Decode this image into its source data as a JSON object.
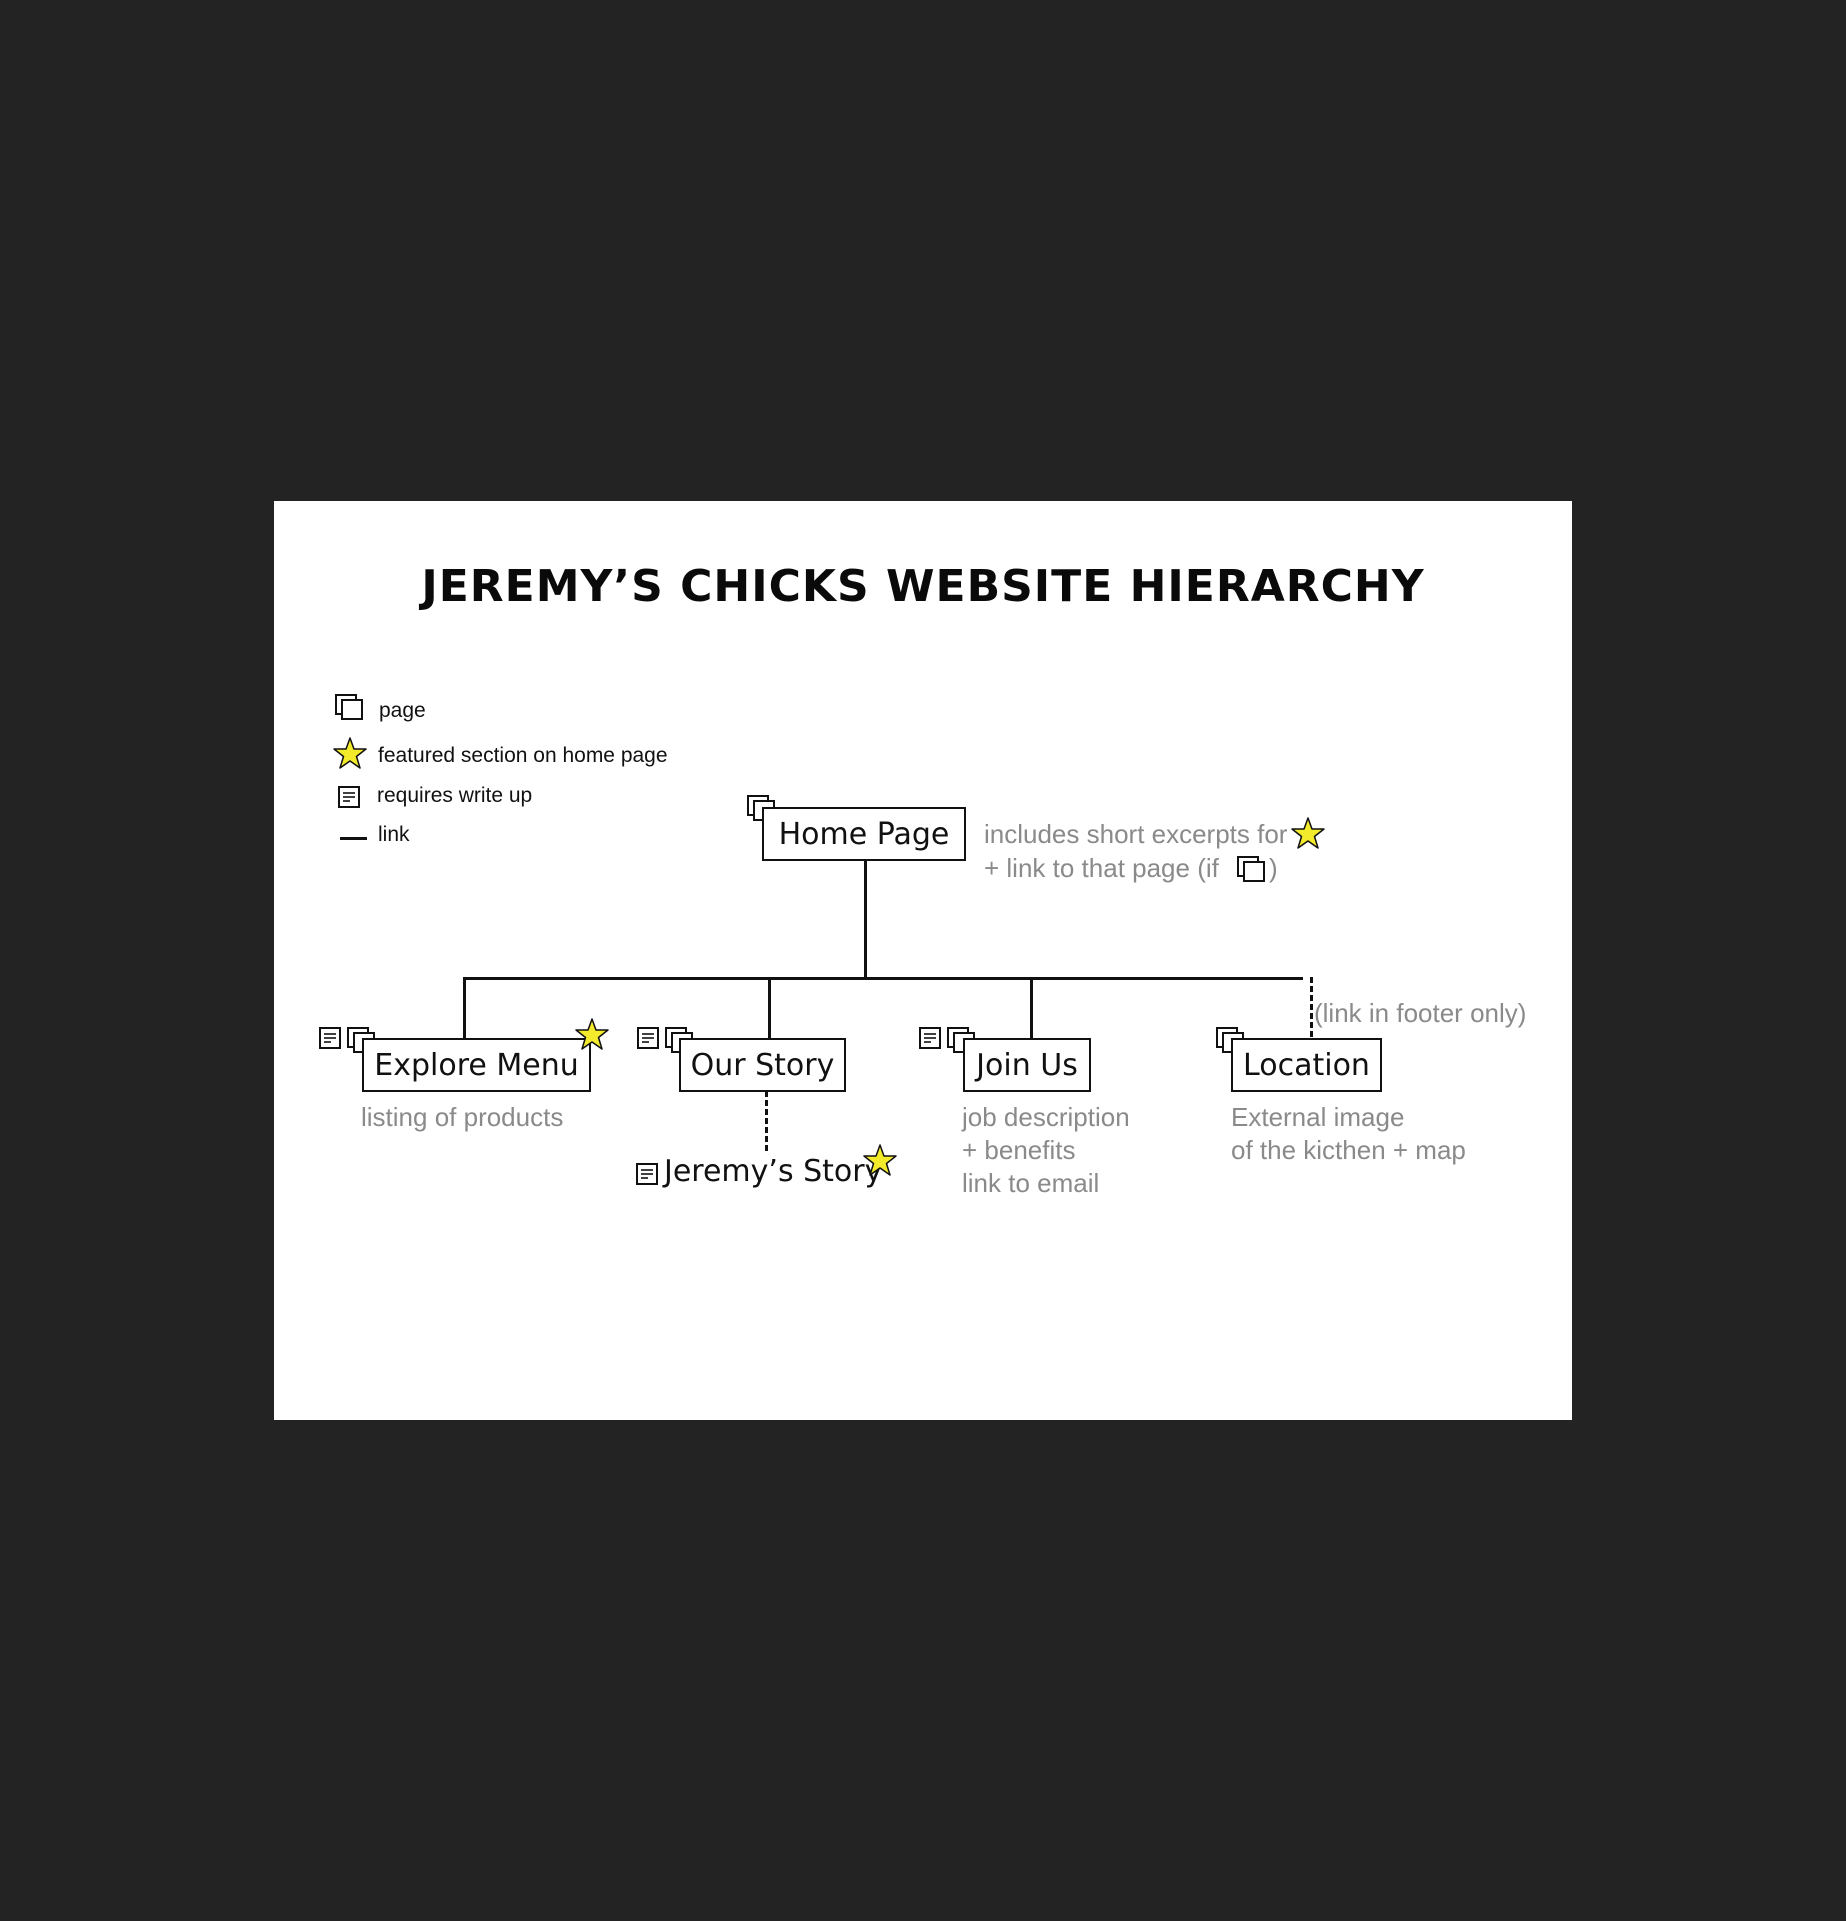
{
  "title": "JEREMY’S CHICKS WEBSITE HIERARCHY",
  "legend": {
    "page": "page",
    "featured": "featured section on home page",
    "writeup": "requires write up",
    "link": "link"
  },
  "home": {
    "label": "Home Page",
    "note_line1": "includes short excerpts for",
    "note_line2": "+ link to that page (if",
    "note_close": ")"
  },
  "children": {
    "explore_menu": {
      "label": "Explore Menu",
      "note": "listing of products"
    },
    "our_story": {
      "label": "Our Story",
      "sub": "Jeremy’s Story"
    },
    "join_us": {
      "label": "Join Us",
      "note_line1": "job description",
      "note_line2": "+ benefits",
      "note_line3": "link to email"
    },
    "location": {
      "label": "Location",
      "footer_note": "(link in footer only)",
      "note_line1": "External image",
      "note_line2": "of the kicthen + map"
    }
  },
  "colors": {
    "background": "#232323",
    "card": "#ffffff",
    "star_fill": "#f2ea2a",
    "note_text": "#8a8a8a"
  },
  "icons": [
    "page-icon",
    "star-icon",
    "writeup-icon",
    "link-line-icon"
  ]
}
